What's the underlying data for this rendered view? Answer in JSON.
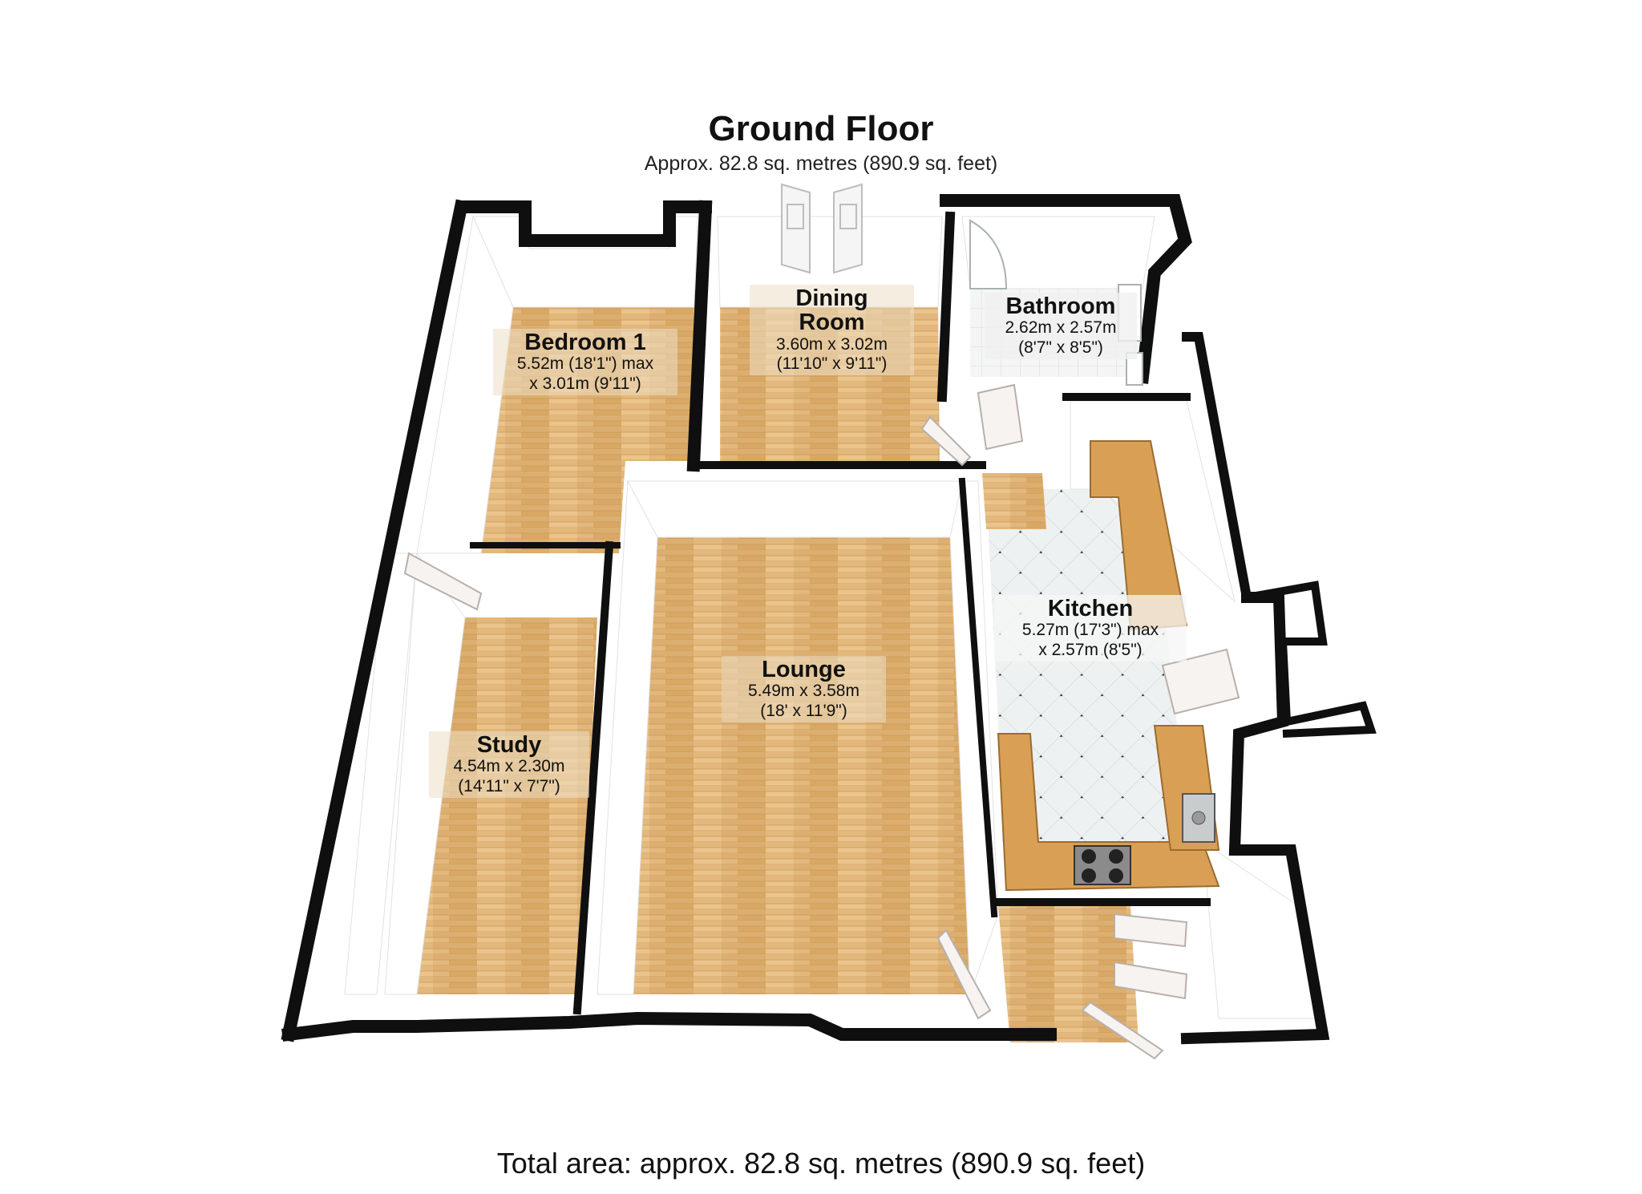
{
  "floor": {
    "title": "Ground Floor",
    "subtitle": "Approx. 82.8 sq. metres (890.9 sq. feet)"
  },
  "rooms": [
    {
      "id": "bedroom-1",
      "name": "Bedroom 1",
      "dim1": "5.52m (18'1\") max",
      "dim2": "x 3.01m (9'11\")"
    },
    {
      "id": "dining-room",
      "name": "Dining\nRoom",
      "dim1": "3.60m x 3.02m",
      "dim2": "(11'10\" x 9'11\")"
    },
    {
      "id": "bathroom",
      "name": "Bathroom",
      "dim1": "2.62m x 2.57m",
      "dim2": "(8'7\" x 8'5\")"
    },
    {
      "id": "kitchen",
      "name": "Kitchen",
      "dim1": "5.27m (17'3\") max",
      "dim2": "x 2.57m (8'5\")"
    },
    {
      "id": "lounge",
      "name": "Lounge",
      "dim1": "5.49m x 3.58m",
      "dim2": "(18' x 11'9\")"
    },
    {
      "id": "study",
      "name": "Study",
      "dim1": "4.54m x 2.30m",
      "dim2": "(14'11\" x 7'7\")"
    }
  ],
  "footer": {
    "total_area": "Total area: approx. 82.8 sq. metres (890.9 sq. feet)"
  },
  "colors": {
    "wood_floor": "#e2b67a",
    "tile_floor": "#eef0f0",
    "wall_face": "#ffffff",
    "wall_top": "#111111",
    "worktop": "#d9a055"
  }
}
